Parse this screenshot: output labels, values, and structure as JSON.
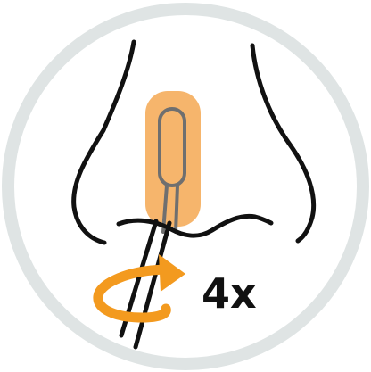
{
  "instruction": {
    "repeat_count_label": "4x"
  },
  "colors": {
    "frame_ring": "#dfe4e4",
    "background": "#ffffff",
    "outline": "#111111",
    "swab_glow": "#f6b56c",
    "swab": "#6f6f6f",
    "rotation_arrow": "#f39a1f"
  },
  "icons": {
    "nose": "nose-outline",
    "swab": "nasal-swab",
    "rotation": "rotate-arrow"
  }
}
